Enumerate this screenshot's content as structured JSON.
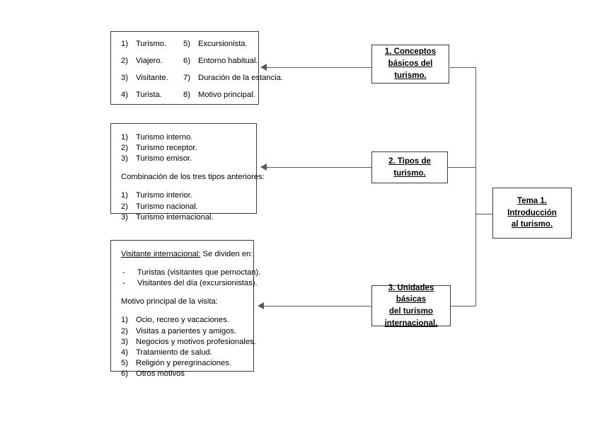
{
  "diagram": {
    "title": "Tema 1. Introducción al turismo — mapa conceptual",
    "root": {
      "label": "Tema 1. Introducción al turismo.",
      "line1": "Tema 1. Introducción",
      "line2": "al turismo."
    },
    "topics": [
      {
        "id": "topic-1",
        "line1": "1. Conceptos",
        "line2": "básicos del turismo.",
        "full": "1. Conceptos básicos del turismo."
      },
      {
        "id": "topic-2",
        "line1": "2. Tipos de turismo.",
        "line2": "",
        "full": "2. Tipos de turismo."
      },
      {
        "id": "topic-3",
        "line1": "3. Unidades básicas",
        "line2": "del turismo",
        "line3": "internacional.",
        "full": "3. Unidades básicas del turismo internacional."
      }
    ],
    "details": {
      "concepts": {
        "column_left": [
          {
            "num": "1)",
            "text": "Turismo."
          },
          {
            "num": "2)",
            "text": "Viajero."
          },
          {
            "num": "3)",
            "text": "Visitante."
          },
          {
            "num": "4)",
            "text": "Turista."
          }
        ],
        "column_right": [
          {
            "num": "5)",
            "text": "Excursionista."
          },
          {
            "num": "6)",
            "text": "Entorno habitual."
          },
          {
            "num": "7)",
            "text": "Duración de la estancia."
          },
          {
            "num": "8)",
            "text": "Motivo principal."
          }
        ]
      },
      "types": {
        "group1": [
          {
            "num": "1)",
            "text": "Turismo interno."
          },
          {
            "num": "2)",
            "text": "Turismo receptor."
          },
          {
            "num": "3)",
            "text": "Turismo emisor."
          }
        ],
        "subheading": "Combinación de los tres tipos anteriores:",
        "group2": [
          {
            "num": "1)",
            "text": "Turismo interior."
          },
          {
            "num": "2)",
            "text": "Turismo nacional."
          },
          {
            "num": "3)",
            "text": "Turismo internacional."
          }
        ]
      },
      "units": {
        "heading_underlined": "Visitante internacional:",
        "heading_rest": " Se dividen en:",
        "bullets": [
          {
            "dash": "-",
            "text": "Turistas (visitantes que pernoctan)."
          },
          {
            "dash": "-",
            "text": "Visitantes del día (excursionistas)."
          }
        ],
        "subheading": "Motivo principal de la visita:",
        "motives": [
          {
            "num": "1)",
            "text": "Ocio, recreo y vacaciones."
          },
          {
            "num": "2)",
            "text": "Visitas a parientes y amigos."
          },
          {
            "num": "3)",
            "text": "Negocios y motivos profesionales."
          },
          {
            "num": "4)",
            "text": "Tratamiento de salud."
          },
          {
            "num": "5)",
            "text": "Religión y peregrinaciones."
          },
          {
            "num": "6)",
            "text": "Otros motivos"
          }
        ]
      }
    },
    "colors": {
      "border": "#3a3a3a",
      "connector": "#5a5a5a",
      "background": "#ffffff",
      "text": "#000000"
    }
  }
}
